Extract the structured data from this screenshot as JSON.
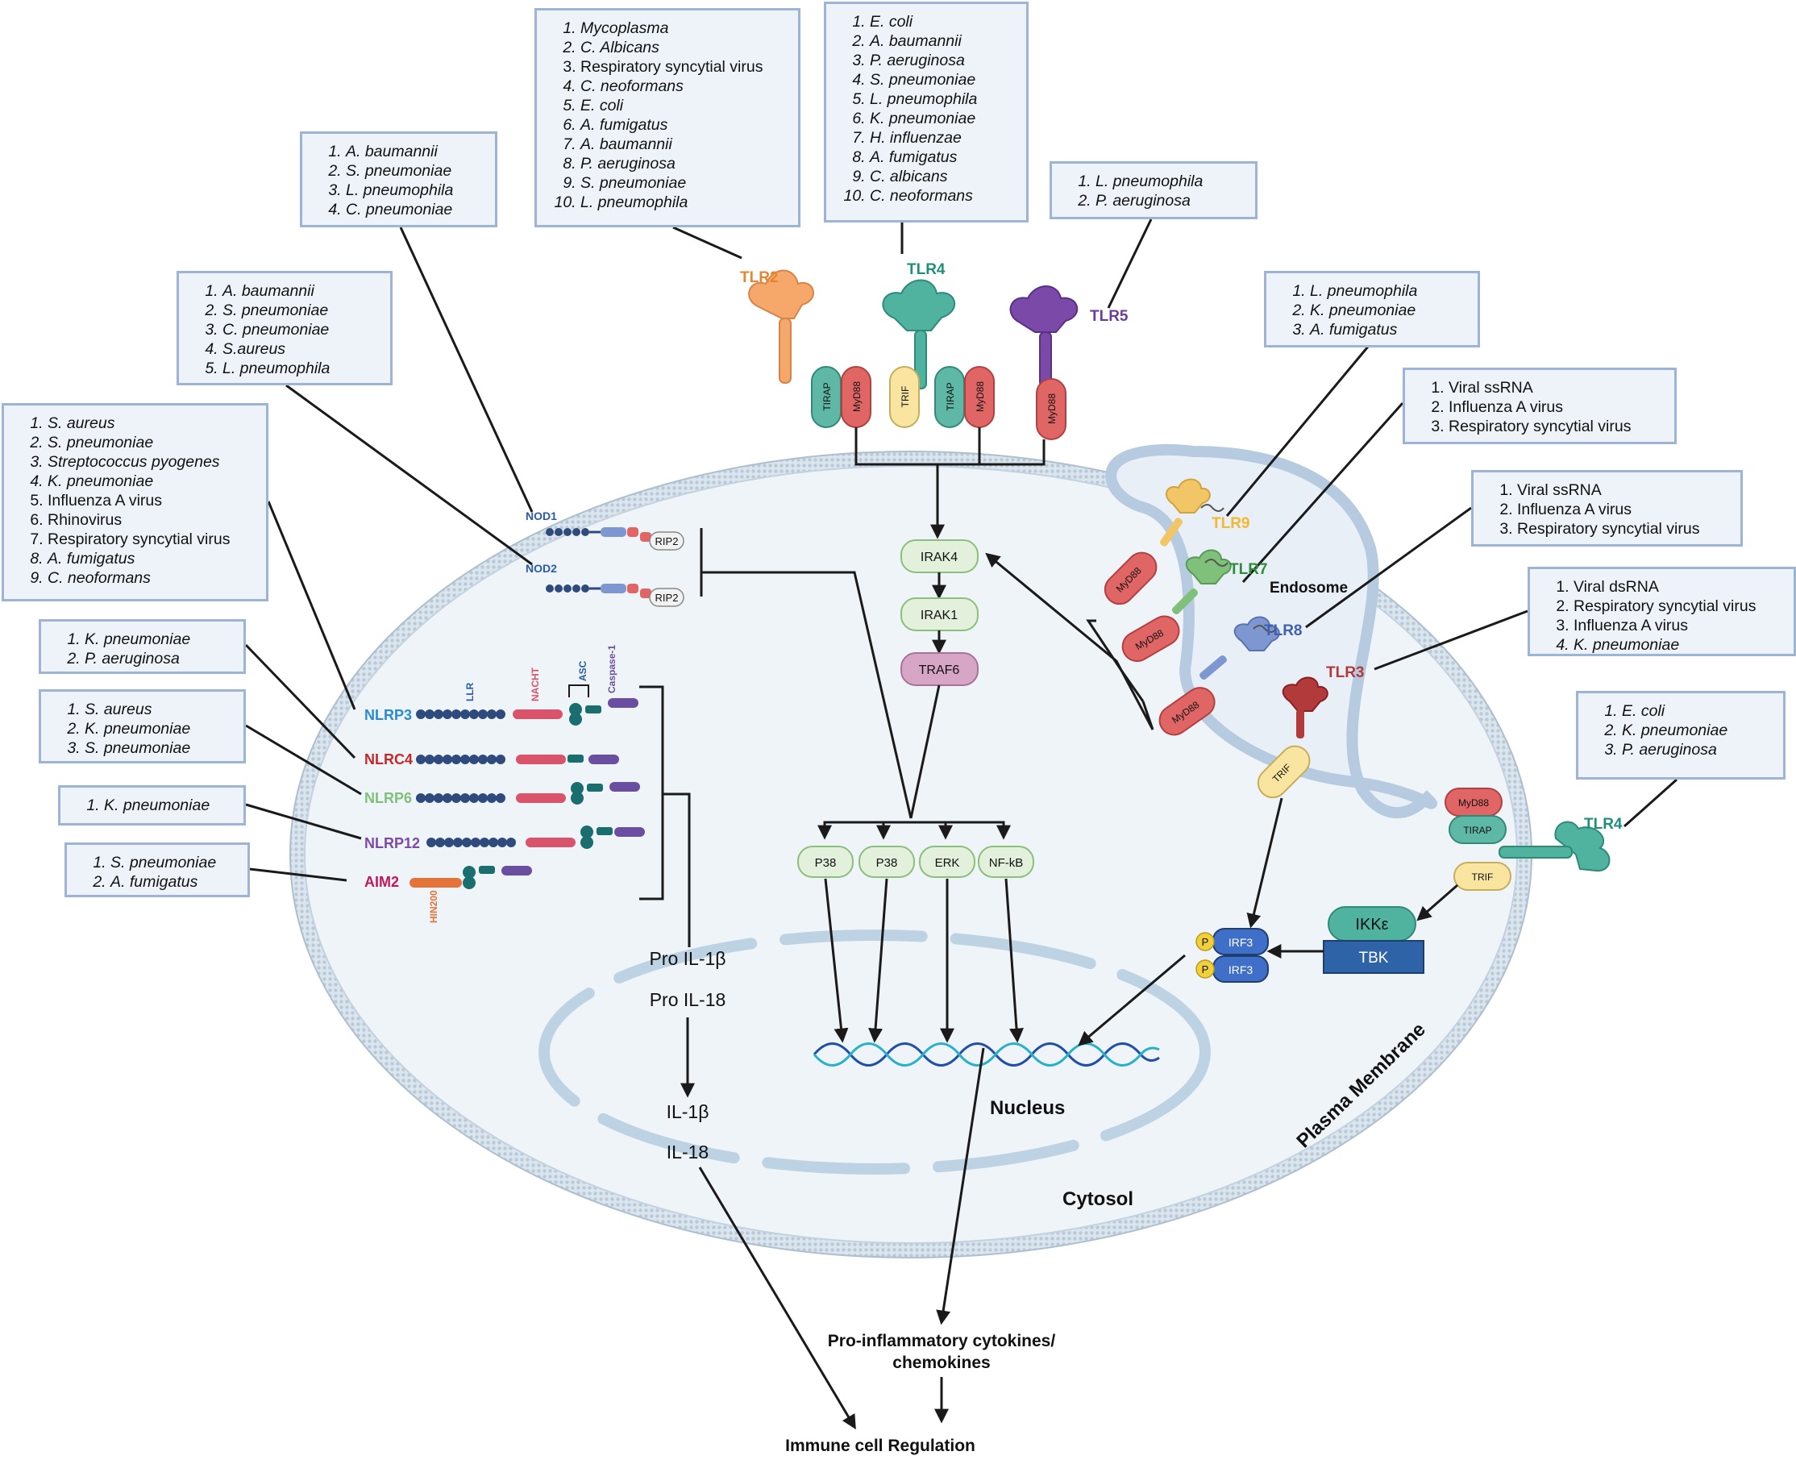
{
  "pathogen_boxes": {
    "tlr2": {
      "items": [
        "Mycoplasma",
        "C. Albicans",
        "Respiratory syncytial virus",
        "C. neoformans",
        "E. coli",
        "A. fumigatus",
        "A. baumannii",
        "P. aeruginosa",
        "S. pneumoniae",
        "L. pneumophila"
      ],
      "italic": [
        true,
        true,
        false,
        true,
        true,
        true,
        true,
        true,
        true,
        true
      ]
    },
    "tlr4": {
      "items": [
        "E. coli",
        "A. baumannii",
        "P. aeruginosa",
        "S. pneumoniae",
        "L. pneumophila",
        "K. pneumoniae",
        "H. influenzae",
        "A. fumigatus",
        "C. albicans",
        "C. neoformans"
      ],
      "italic": [
        true,
        true,
        true,
        true,
        true,
        true,
        true,
        true,
        true,
        true
      ]
    },
    "tlr5": {
      "items": [
        "L. pneumophila",
        "P. aeruginosa"
      ],
      "italic": [
        true,
        true
      ]
    },
    "nod1": {
      "items": [
        "A. baumannii",
        "S. pneumoniae",
        "L. pneumophila",
        "C. pneumoniae"
      ],
      "italic": [
        true,
        true,
        true,
        true
      ]
    },
    "nod2": {
      "items": [
        "A. baumannii",
        "S. pneumoniae",
        "C. pneumoniae",
        "S.aureus",
        "L. pneumophila"
      ],
      "italic": [
        true,
        true,
        true,
        true,
        true
      ]
    },
    "nlrp3": {
      "items": [
        "S. aureus",
        "S. pneumoniae",
        "Streptococcus pyogenes",
        "K. pneumoniae",
        "Influenza A virus",
        "Rhinovirus",
        "Respiratory syncytial virus",
        "A. fumigatus",
        "C. neoformans"
      ],
      "italic": [
        true,
        true,
        true,
        true,
        false,
        false,
        false,
        true,
        true
      ]
    },
    "nlrc4": {
      "items": [
        "K. pneumoniae",
        "P. aeruginosa"
      ],
      "italic": [
        true,
        true
      ]
    },
    "nlrp6": {
      "items": [
        "S. aureus",
        "K. pneumoniae",
        "S. pneumoniae"
      ],
      "italic": [
        true,
        true,
        true
      ]
    },
    "nlrp12": {
      "items": [
        "K. pneumoniae"
      ],
      "italic": [
        true
      ]
    },
    "aim2": {
      "items": [
        "S. pneumoniae",
        "A. fumigatus"
      ],
      "italic": [
        true,
        true
      ]
    },
    "tlr9": {
      "items": [
        "L. pneumophila",
        "K. pneumoniae",
        "A. fumigatus"
      ],
      "italic": [
        true,
        true,
        true
      ]
    },
    "tlr7": {
      "items": [
        "Viral ssRNA",
        "Influenza A virus",
        "Respiratory syncytial virus"
      ],
      "italic": [
        false,
        false,
        false
      ]
    },
    "tlr8": {
      "items": [
        "Viral ssRNA",
        "Influenza A virus",
        "Respiratory syncytial virus"
      ],
      "italic": [
        false,
        false,
        false
      ]
    },
    "tlr3": {
      "items": [
        "Viral dsRNA",
        "Respiratory syncytial virus",
        "Influenza A virus",
        "K. pneumoniae"
      ],
      "italic": [
        false,
        false,
        false,
        true
      ]
    },
    "tlr4_endo": {
      "items": [
        "E. coli",
        "K. pneumoniae",
        "P. aeruginosa"
      ],
      "italic": [
        true,
        true,
        true
      ]
    }
  },
  "receptors": {
    "tlr2": "TLR2",
    "tlr4": "TLR4",
    "tlr5": "TLR5",
    "tlr9": "TLR9",
    "tlr7": "TLR7",
    "tlr8": "TLR8",
    "tlr3": "TLR3",
    "tlr4_right": "TLR4",
    "nod1": "NOD1",
    "nod2": "NOD2",
    "nlrp3": "NLRP3",
    "nlrc4": "NLRC4",
    "nlrp6": "NLRP6",
    "nlrp12": "NLRP12",
    "aim2": "AIM2"
  },
  "domains": {
    "llr": "LLR",
    "nacht": "NACHT",
    "asc": "ASC",
    "caspase1": "Caspase-1",
    "hin200": "HIN200",
    "rip2": "RIP2"
  },
  "adaptors": {
    "tirap": "TIRAP",
    "myd88": "MyD88",
    "trif": "TRIF"
  },
  "kinases": {
    "irak4": "IRAK4",
    "irak1": "IRAK1",
    "traf6": "TRAF6",
    "p38": "P38",
    "erk": "ERK",
    "nfkb": "NF-kB",
    "ikke": "IKKε",
    "tbk": "TBK",
    "irf3": "IRF3",
    "p": "P"
  },
  "cytokines": {
    "pro_il1b": "Pro IL-1β",
    "pro_il18": "Pro IL-18",
    "il1b": "IL-1β",
    "il18": "IL-18"
  },
  "compartments": {
    "nucleus": "Nucleus",
    "cytosol": "Cytosol",
    "endosome": "Endosome",
    "membrane": "Plasma Membrane"
  },
  "outputs": {
    "cytokines_line1": "Pro-inflammatory cytokines/",
    "cytokines_line2": "chemokines",
    "immune": "Immune cell Regulation"
  },
  "colors": {
    "tlr2": "#f5a86a",
    "tlr4": "#4fb3a0",
    "tlr5": "#7b4aa8",
    "tlr9": "#f2c567",
    "tlr7": "#7fc07a",
    "tlr8": "#7f97d0",
    "tlr3": "#b23a3a",
    "tirap": "#5fb8a6",
    "myd88": "#e06666",
    "trif": "#f9e4a0",
    "kinase_fill": "#e3f1dc",
    "kinase_stroke": "#8cbf7a",
    "traf6": "#d7a6c7",
    "irf3": "#3f6fc8",
    "tbk": "#2e63a8",
    "ikke": "#4fb3a0",
    "p": "#f2d03b",
    "nlr_dot": "#2f4a7c",
    "nacht": "#d9546a",
    "asc": "#1a6e6e",
    "casp": "#6a4fa0",
    "hin200": "#e57236",
    "membrane": "#c8d6e3",
    "cell_fill": "#eff4f9",
    "box_fill": "#eef3f9",
    "box_stroke": "#9db4d6"
  }
}
